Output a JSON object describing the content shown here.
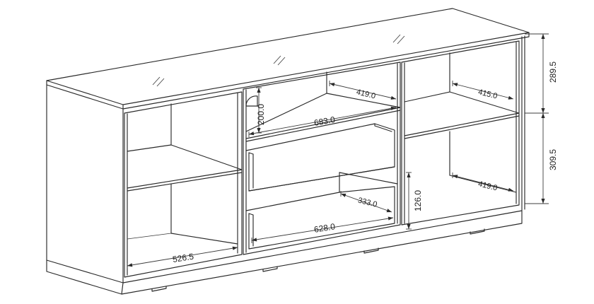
{
  "dimensions": {
    "left_depth": "526.5",
    "mid_top_depth": "419.0",
    "mid_top_width": "683.0",
    "mid_top_height": "200.0",
    "mid_bottom_depth": "333.0",
    "mid_bottom_width": "628.0",
    "mid_bottom_height": "126.0",
    "right_top_depth": "415.0",
    "right_bottom_depth": "419.0",
    "right_top_height": "289.5",
    "right_bottom_height": "309.5"
  },
  "colors": {
    "line": "#2a2a2a",
    "background": "#ffffff"
  }
}
